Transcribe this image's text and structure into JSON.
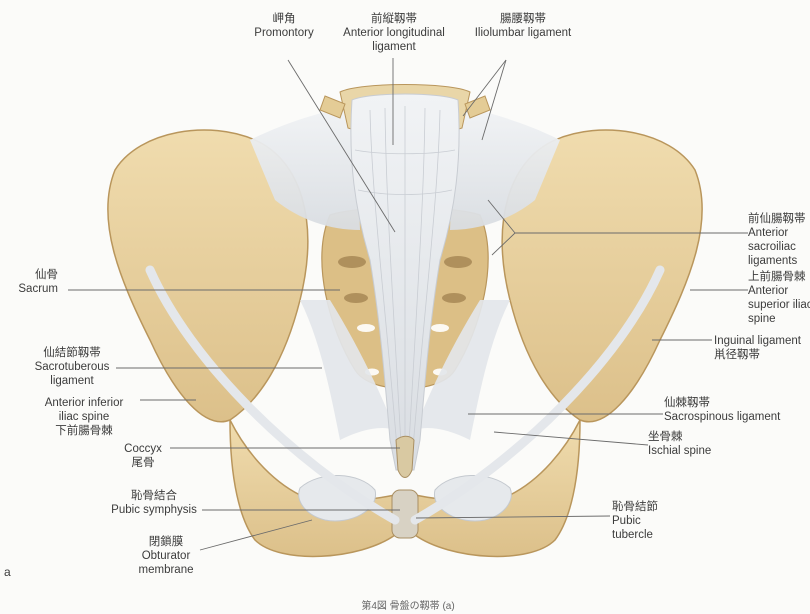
{
  "figure_letter": "a",
  "caption": "第4図 骨盤の靱帯 (a)",
  "labels": {
    "promontory": [
      "岬角",
      "Promontory"
    ],
    "ant_long_lig": [
      "前縦靱帯",
      "Anterior longitudinal",
      "ligament"
    ],
    "iliolumbar": [
      "腸腰靱帯",
      "Iliolumbar ligament"
    ],
    "ant_sacroiliac": [
      "前仙腸靱帯",
      "Anterior",
      "sacroiliac",
      "ligaments"
    ],
    "ant_sup_iliac": [
      "上前腸骨棘",
      "Anterior",
      "superior iliac",
      "spine"
    ],
    "inguinal": [
      "Inguinal ligament",
      "鼡径靱帯"
    ],
    "sacrum": [
      "仙骨",
      "Sacrum"
    ],
    "sacrotuberous": [
      "仙結節靱帯",
      "Sacrotuberous",
      "ligament"
    ],
    "ant_inf_iliac": [
      "Anterior inferior",
      "iliac spine",
      "下前腸骨棘"
    ],
    "sacrospinous": [
      "仙棘靱帯",
      "Sacrospinous ligament"
    ],
    "ischial_spine": [
      "坐骨棘",
      "Ischial spine"
    ],
    "coccyx": [
      "Coccyx",
      "尾骨"
    ],
    "pubic_symphysis": [
      "恥骨結合",
      "Pubic symphysis"
    ],
    "pubic_tubercle": [
      "恥骨結節",
      "Pubic",
      "tubercle"
    ],
    "obturator": [
      "閉鎖膜",
      "Obturator",
      "membrane"
    ]
  },
  "colors": {
    "bone": "#e8d3a4",
    "bone_shadow": "#c9a76b",
    "ligament": "#e9ecef",
    "ligament_line": "#c4c9cf",
    "leader": "#6b6b6b"
  }
}
